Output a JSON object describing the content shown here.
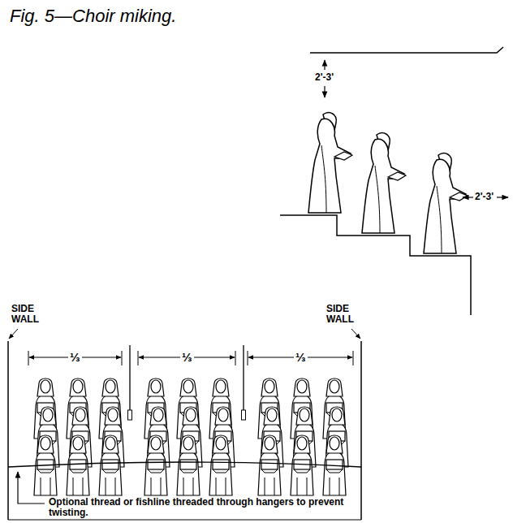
{
  "diagram": {
    "title": "Fig. 5—Choir miking.",
    "labels": [
      "2'-3'",
      "2'-3'",
      "SIDE WALL",
      "SIDE WALL",
      "⅓",
      "⅓",
      "⅓",
      "Optional thread or fishline threaded through hangers to prevent twisting."
    ]
  }
}
